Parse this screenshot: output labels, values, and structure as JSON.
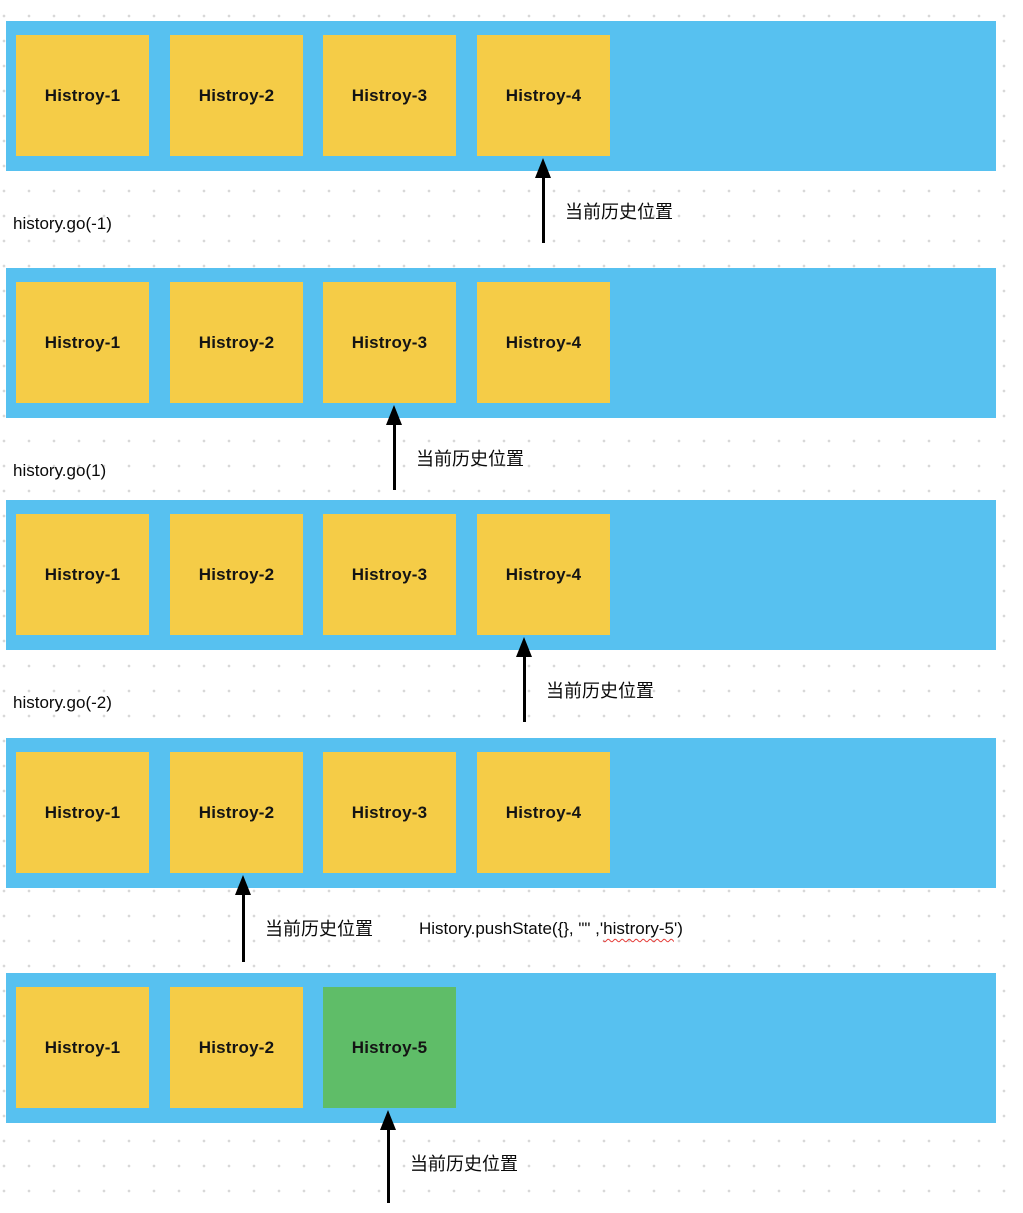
{
  "diagram": {
    "current_position_label": "当前历史位置",
    "colors": {
      "band_blue": "#57C1F0",
      "entry_yellow": "#F5CC47",
      "entry_green": "#5FBD68",
      "arrow_black": "#000000",
      "spellcheck_red": "#E53935",
      "grid_dot_gray": "#D8D8D8"
    },
    "rows": [
      {
        "entries": [
          {
            "label": "Histroy-1",
            "variant": "yellow"
          },
          {
            "label": "Histroy-2",
            "variant": "yellow"
          },
          {
            "label": "Histroy-3",
            "variant": "yellow"
          },
          {
            "label": "Histroy-4",
            "variant": "yellow"
          }
        ],
        "current_index": 3,
        "action_label": "history.go(-1)",
        "annotation": null
      },
      {
        "entries": [
          {
            "label": "Histroy-1",
            "variant": "yellow"
          },
          {
            "label": "Histroy-2",
            "variant": "yellow"
          },
          {
            "label": "Histroy-3",
            "variant": "yellow"
          },
          {
            "label": "Histroy-4",
            "variant": "yellow"
          }
        ],
        "current_index": 2,
        "action_label": "history.go(1)",
        "annotation": null
      },
      {
        "entries": [
          {
            "label": "Histroy-1",
            "variant": "yellow"
          },
          {
            "label": "Histroy-2",
            "variant": "yellow"
          },
          {
            "label": "Histroy-3",
            "variant": "yellow"
          },
          {
            "label": "Histroy-4",
            "variant": "yellow"
          }
        ],
        "current_index": 3,
        "action_label": "history.go(-2)",
        "annotation": null
      },
      {
        "entries": [
          {
            "label": "Histroy-1",
            "variant": "yellow"
          },
          {
            "label": "Histroy-2",
            "variant": "yellow"
          },
          {
            "label": "Histroy-3",
            "variant": "yellow"
          },
          {
            "label": "Histroy-4",
            "variant": "yellow"
          }
        ],
        "current_index": 1,
        "action_label": null,
        "annotation": {
          "prefix": "History.pushState({}, \"\" ,'",
          "misspelled": "histrory-5",
          "suffix": "')"
        }
      },
      {
        "entries": [
          {
            "label": "Histroy-1",
            "variant": "yellow"
          },
          {
            "label": "Histroy-2",
            "variant": "yellow"
          },
          {
            "label": "Histroy-5",
            "variant": "green"
          }
        ],
        "current_index": 2,
        "action_label": null,
        "annotation": null
      }
    ]
  }
}
